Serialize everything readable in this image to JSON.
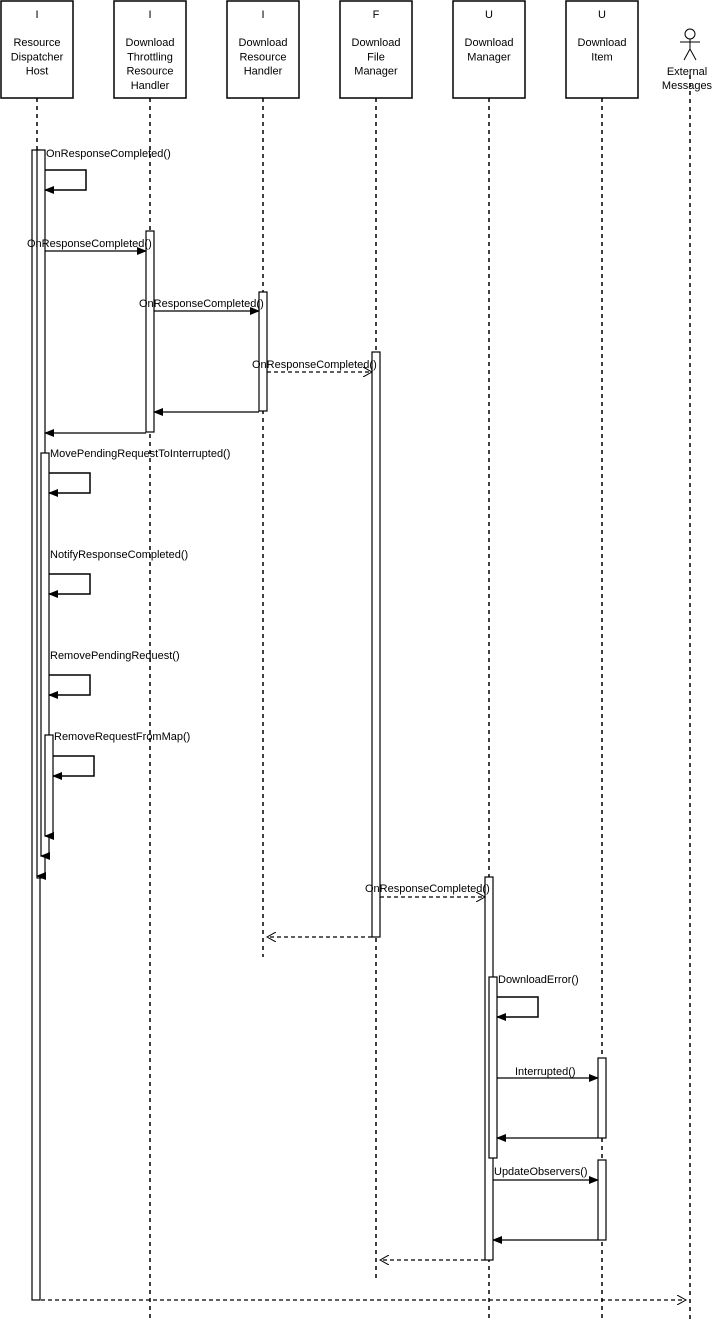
{
  "participants": [
    {
      "stereotype": "I",
      "name_lines": [
        "Resource",
        "Dispatcher",
        "Host"
      ]
    },
    {
      "stereotype": "I",
      "name_lines": [
        "Download",
        "Throttling",
        "Resource",
        "Handler"
      ]
    },
    {
      "stereotype": "I",
      "name_lines": [
        "Download",
        "Resource",
        "Handler"
      ]
    },
    {
      "stereotype": "F",
      "name_lines": [
        "Download",
        "File",
        "Manager"
      ]
    },
    {
      "stereotype": "U",
      "name_lines": [
        "Download",
        "Manager"
      ]
    },
    {
      "stereotype": "U",
      "name_lines": [
        "Download",
        "Item"
      ]
    }
  ],
  "actor": {
    "name_lines": [
      "External",
      "Messages"
    ]
  },
  "messages": [
    "OnResponseCompleted()",
    "OnResponseCompleted()",
    "OnResponseCompleted()",
    "OnResponseCompleted()",
    "MovePendingRequestToInterrupted()",
    "NotifyResponseCompleted()",
    "RemovePendingRequest()",
    "RemoveRequestFromMap()",
    "OnResponseCompleted()",
    "DownloadError()",
    "Interrupted()",
    "UpdateObservers()"
  ]
}
